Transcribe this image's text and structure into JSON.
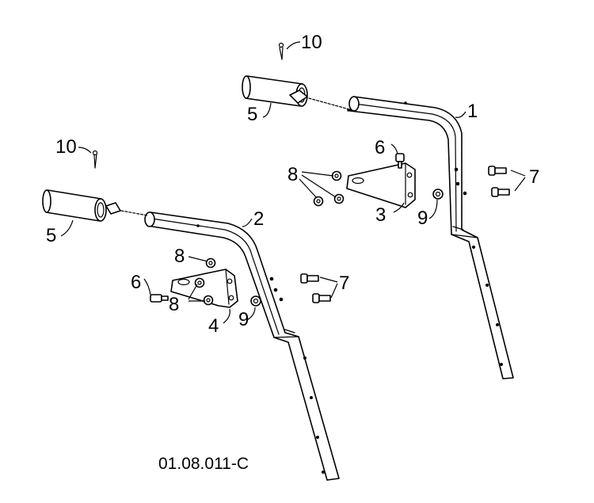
{
  "callouts": {
    "c1": "1",
    "c2": "2",
    "c3": "3",
    "c4": "4",
    "c5a": "5",
    "c5b": "5",
    "c6a": "6",
    "c6b": "6",
    "c7a": "7",
    "c7b": "7",
    "c8a": "8",
    "c8b": "8",
    "c8c": "8",
    "c9a": "9",
    "c9b": "9",
    "c10a": "10",
    "c10b": "10"
  },
  "figure_code": "01.08.011-C"
}
